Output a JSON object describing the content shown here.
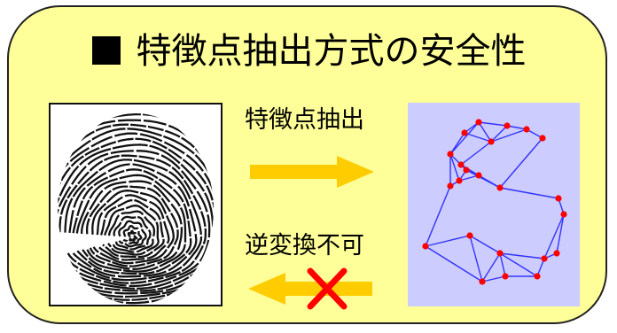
{
  "title": "特徴点抽出方式の安全性",
  "labels": {
    "extract": "特徴点抽出",
    "inverse": "逆変換不可"
  },
  "colors": {
    "panel_background": "#ffff99",
    "arrow": "#ffcc00",
    "cross": "#ff0000",
    "feature_background": "#ccccff",
    "feature_edges": "#3333ff",
    "feature_points": "#ff0000"
  },
  "icons": {
    "fingerprint": "fingerprint-image",
    "forward_arrow": "arrow-right-icon",
    "backward_arrow": "arrow-left-icon",
    "cross": "cross-mark-icon"
  }
}
